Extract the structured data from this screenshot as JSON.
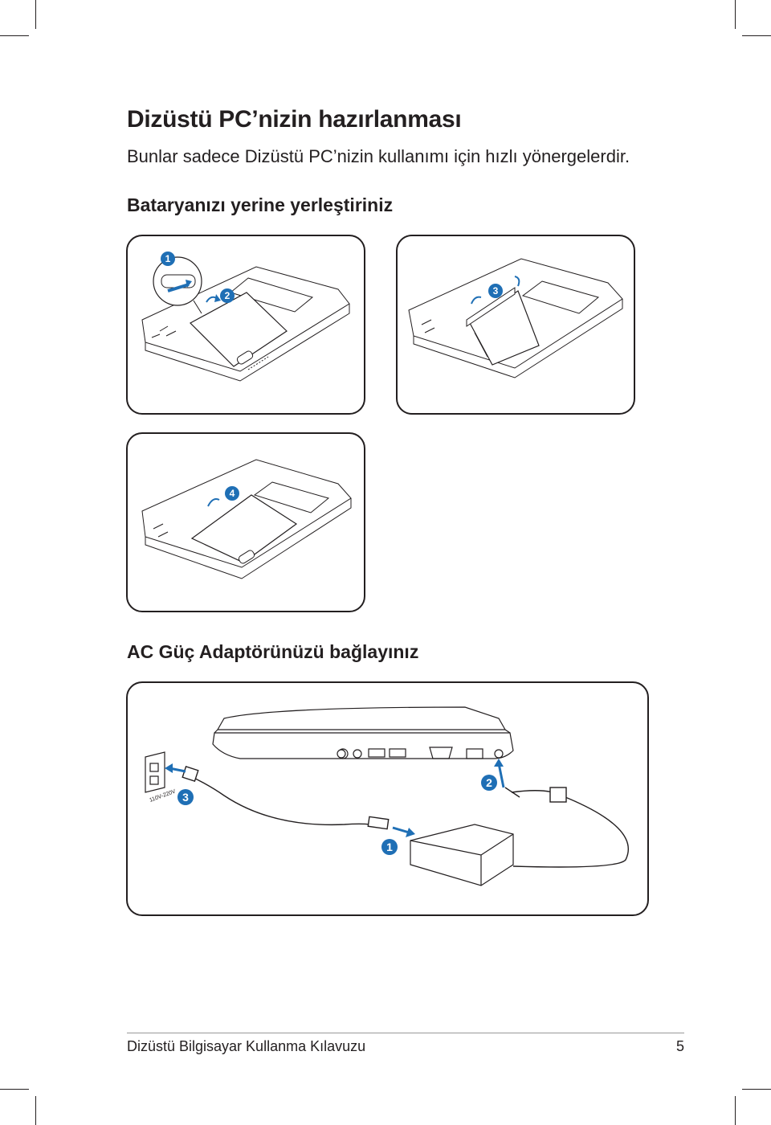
{
  "page": {
    "title": "Dizüstü PC’nizin hazırlanması",
    "intro": "Bunlar sadece Dizüstü PC’nizin kullanımı için hızlı yönergelerdir."
  },
  "battery_section": {
    "heading": "Bataryanızı yerine yerleştiriniz",
    "steps": [
      "1",
      "2",
      "3",
      "4"
    ]
  },
  "ac_section": {
    "heading": "AC Güç Adaptörünüzü bağlayınız",
    "steps": [
      "1",
      "2",
      "3"
    ],
    "voltage_label": "110V-220V"
  },
  "footer": {
    "text": "Dizüstü Bilgisayar Kullanma Kılavuzu",
    "page_number": "5"
  },
  "colors": {
    "text": "#231f20",
    "accent_blue": "#1f6fb5",
    "line": "#231f20"
  }
}
